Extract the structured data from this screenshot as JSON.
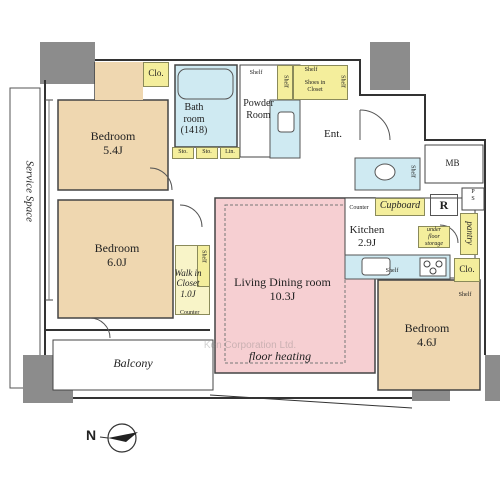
{
  "rooms": {
    "bedroom_1": {
      "name": "Bedroom",
      "size": "5.4J"
    },
    "bedroom_2": {
      "name": "Bedroom",
      "size": "6.0J"
    },
    "bedroom_3": {
      "name": "Bedroom",
      "size": "4.6J"
    },
    "living": {
      "name": "Living Dining room",
      "size": "10.3J",
      "note": "floor heating"
    },
    "kitchen": {
      "name": "Kitchen",
      "size": "2.9J"
    },
    "bath": {
      "name_line1": "Bath",
      "name_line2": "room",
      "size": "(1418)"
    },
    "powder": {
      "name_line1": "Powder",
      "name_line2": "Room"
    },
    "walk_in": {
      "name_line1": "Walk in",
      "name_line2": "Closet",
      "size": "1.0J"
    },
    "balcony": {
      "name": "Balcony"
    },
    "service": {
      "name": "Service Space"
    },
    "entrance": {
      "name": "Ent."
    }
  },
  "labels": {
    "clo_top": "Clo.",
    "clo_right": "Clo.",
    "shelf_bath": "Shelf",
    "shelf_a": "Shelf",
    "shelf_b": "Shelf",
    "shelf_c": "Shelf",
    "shoes_line1": "Shoes in",
    "shoes_line2": "Closet",
    "sto_1": "Sto.",
    "sto_2": "Sto.",
    "lin": "Lin.",
    "mb": "MB",
    "ps_p": "P",
    "ps_s": "S",
    "counter_1": "Counter",
    "counter_2": "Counter",
    "cupboard": "Cupboard",
    "fridge": "R",
    "underfloor_line1": "under",
    "underfloor_line2": "floor",
    "underfloor_line3": "storage",
    "pantry": "pantry",
    "shelf_kitchen": "Shelf",
    "shelf_wic": "Shelf",
    "shelf_toilet": "Shelf",
    "shelf_small": "Shelf"
  },
  "watermark": "Ken Corporation Ltd.",
  "compass": {
    "label": "N"
  },
  "colors": {
    "bedroom": "#efd7b0",
    "living": "#f6cfd2",
    "wet": "#cfeaf2",
    "storage": "#f4ee9c",
    "wall": "#8c8c8c"
  }
}
